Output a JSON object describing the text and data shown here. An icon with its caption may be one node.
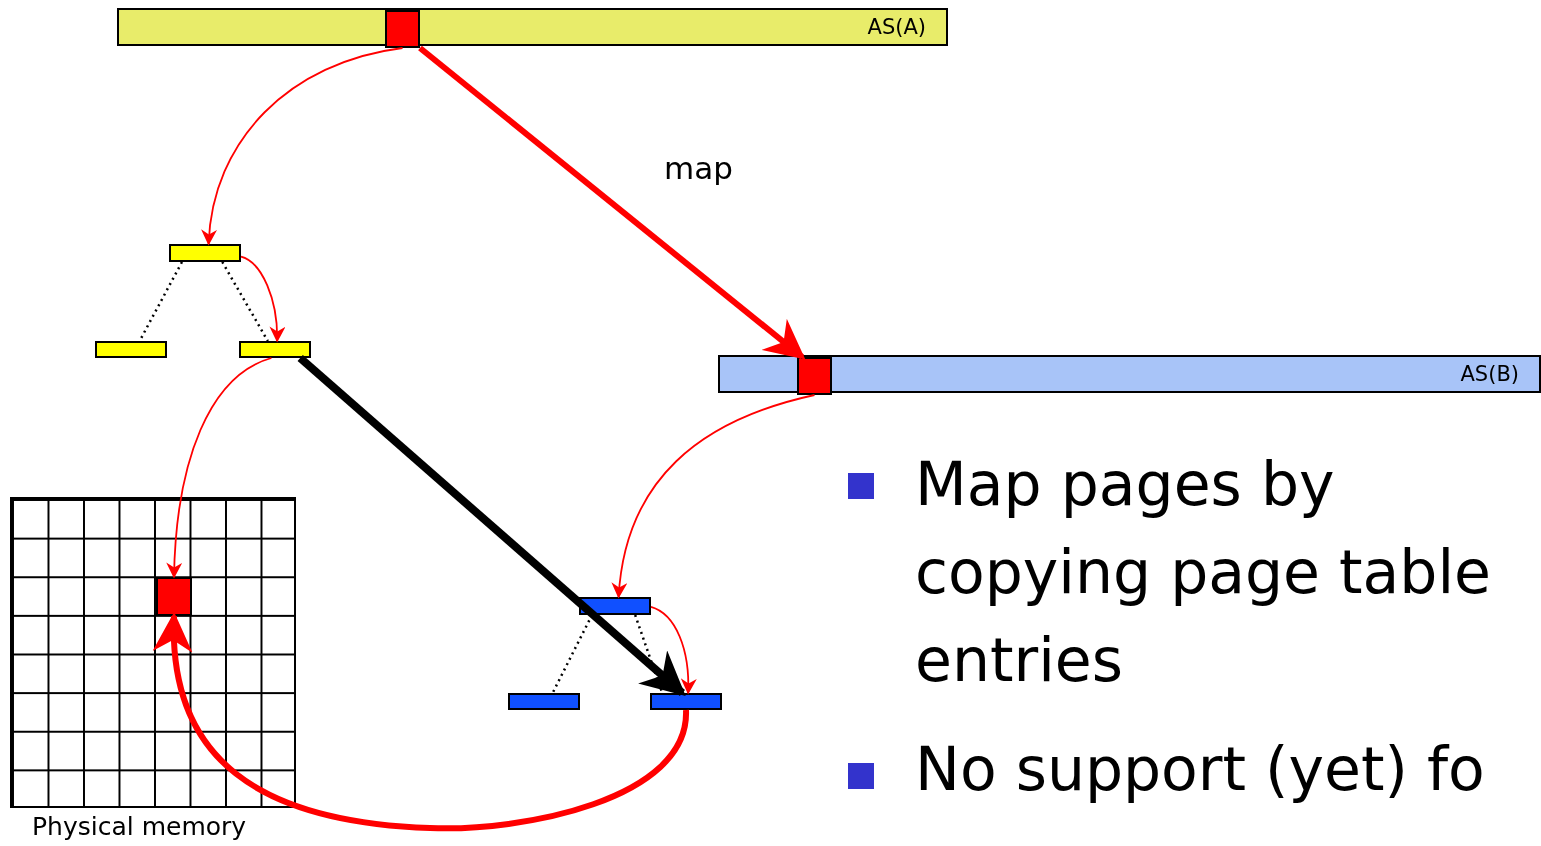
{
  "diagram": {
    "nodes": [
      {
        "text": [
          "AS(A)"
        ]
      },
      {
        "text": [],
        "shape": "box",
        "in": 0
      },
      {
        "text": [],
        "shape": "box"
      },
      {
        "text": [],
        "shape": "box"
      },
      {
        "text": [],
        "shape": "box"
      },
      {
        "text": [
          "AS(B)"
        ]
      },
      {
        "text": [],
        "shape": "box",
        "in": 5
      },
      {
        "text": [],
        "shape": "box"
      },
      {
        "text": [],
        "shape": "box"
      },
      {
        "text": [],
        "shape": "box"
      },
      {
        "text": [],
        "shape": "box",
        "beside": [
          "Physical memory"
        ]
      },
      {
        "text": [],
        "shape": "box",
        "in": 10
      }
    ],
    "edges": [
      {
        "from": 1,
        "to": 2,
        "arrow": "to"
      },
      {
        "from": 1,
        "to": 6,
        "arrow": "to",
        "label": "map",
        "style": "thick"
      },
      {
        "from": 2,
        "to": 3,
        "arrow": "none",
        "style": "dashed",
        "color": "#000000"
      },
      {
        "from": 2,
        "to": 4,
        "arrow": "none",
        "style": "dashed",
        "color": "#000000"
      },
      {
        "from": 2,
        "to": 4,
        "arrow": "to"
      },
      {
        "from": 4,
        "to": 11,
        "arrow": "to"
      },
      {
        "from": 4,
        "to": 9,
        "arrow": "to",
        "style": "thick",
        "color": "#000000"
      },
      {
        "from": 6,
        "to": 7,
        "arrow": "to"
      },
      {
        "from": 7,
        "to": 8,
        "arrow": "none",
        "style": "dashed",
        "color": "#000000"
      },
      {
        "from": 7,
        "to": 9,
        "arrow": "none",
        "style": "dashed",
        "color": "#000000"
      },
      {
        "from": 7,
        "to": 9,
        "arrow": "to"
      },
      {
        "from": 9,
        "to": 11,
        "arrow": "to",
        "style": "thick"
      }
    ],
    "labels": [
      "Map pages by copying page table entries",
      "No support (yet) fo"
    ]
  }
}
